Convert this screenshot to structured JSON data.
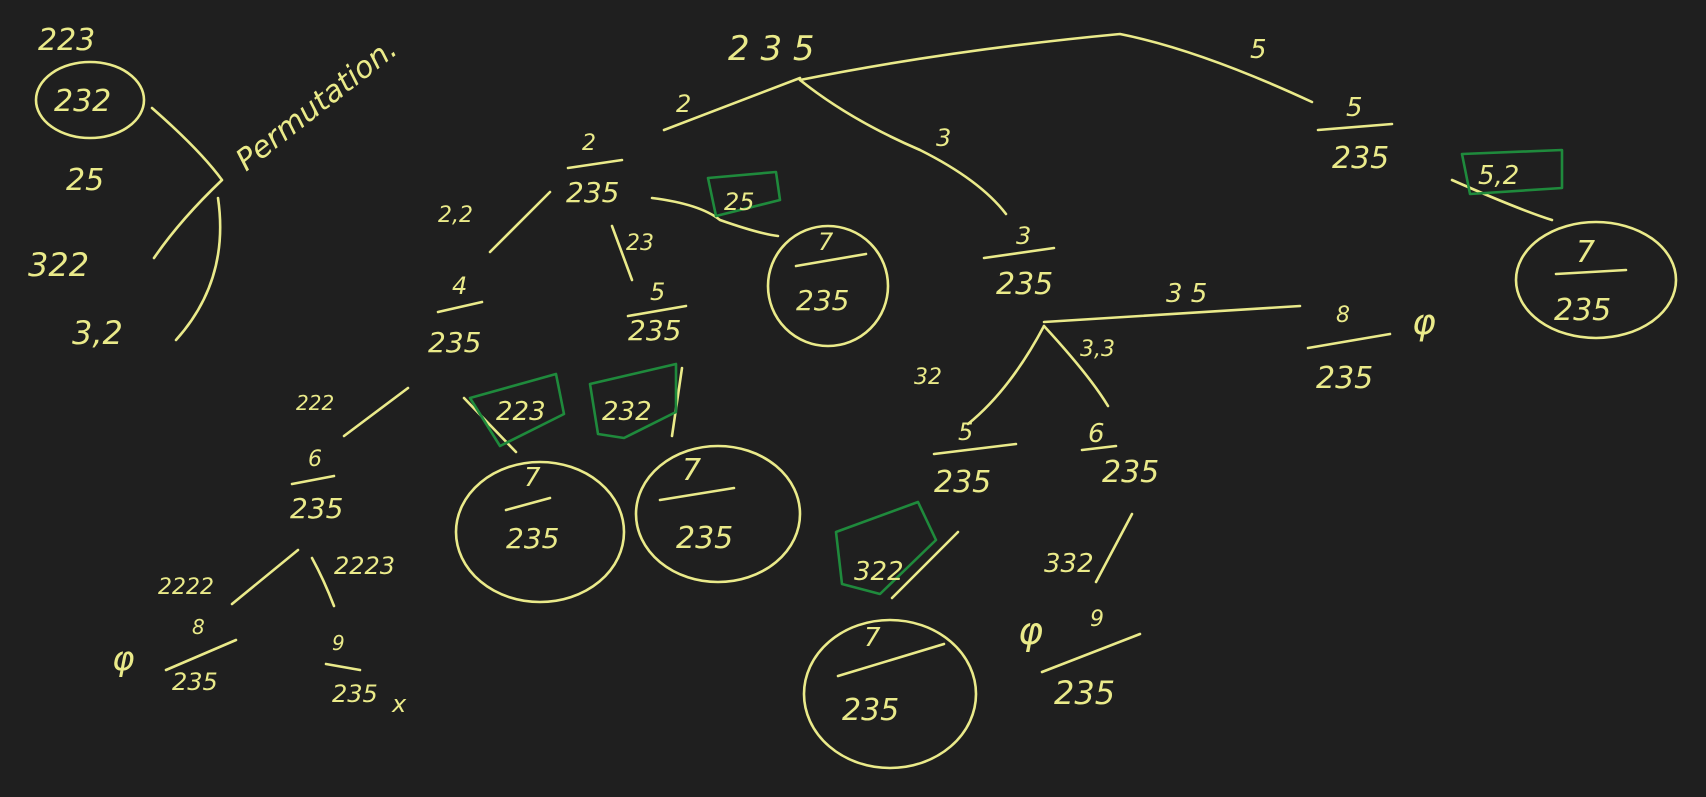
{
  "colors": {
    "background": "#1f1f1f",
    "ink": "#eaea8a",
    "highlight": "#1f8a3c"
  },
  "combos": [
    "223",
    "232",
    "25",
    "322",
    "3,2"
  ],
  "permutation_label": "Permutation.",
  "root": {
    "label": "2 3 5"
  },
  "edges": {
    "root_to_2": "2",
    "root_to_3": "3",
    "root_to_5": "5",
    "n2_to_4": "2,2",
    "n2_to_5": "23",
    "n3_to_8": "3 5",
    "n3_to_5": "32",
    "n3_to_6": "3,3",
    "n4_to_6": "222",
    "n6_to_8": "2222",
    "n6_to_9": "2223",
    "n6b_to_9": "332"
  },
  "nodes": {
    "n2": {
      "num": "2",
      "den": "235"
    },
    "n3": {
      "num": "3",
      "den": "235"
    },
    "n5": {
      "num": "5",
      "den": "235"
    },
    "n4": {
      "num": "4",
      "den": "235"
    },
    "n5b": {
      "num": "5",
      "den": "235"
    },
    "n6": {
      "num": "6",
      "den": "235"
    },
    "n8a": {
      "num": "8",
      "den": "235"
    },
    "n9a": {
      "num": "9",
      "den": "235"
    },
    "n5c": {
      "num": "5",
      "den": "235"
    },
    "n6b": {
      "num": "6",
      "den": "235"
    },
    "n8b": {
      "num": "8",
      "den": "235"
    },
    "n9b": {
      "num": "9",
      "den": "235"
    }
  },
  "targets": {
    "t1": {
      "num": "7",
      "den": "235"
    },
    "t2": {
      "num": "7",
      "den": "235"
    },
    "t3": {
      "num": "7",
      "den": "235"
    },
    "t4": {
      "num": "7",
      "den": "235"
    },
    "t5": {
      "num": "7",
      "den": "235"
    }
  },
  "boxed": {
    "b1": "25",
    "b2": "223",
    "b3": "232",
    "b4": "322",
    "b5": "5,2"
  },
  "dead_end": "φ",
  "dead_end_x": "x"
}
